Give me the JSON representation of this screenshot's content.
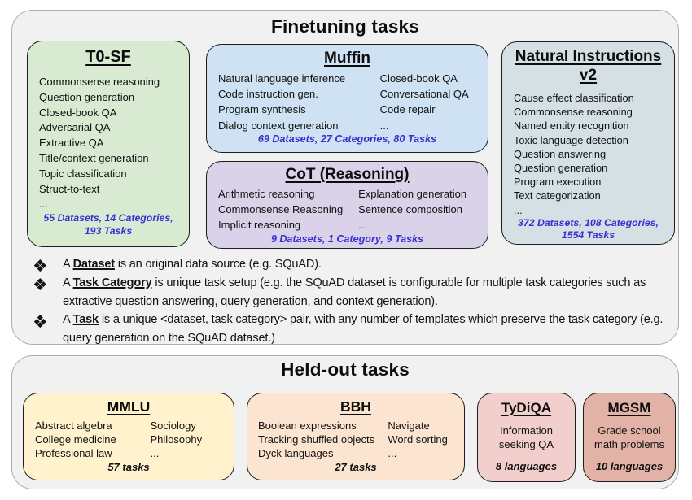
{
  "colors": {
    "panel_bg": "#f1f1f2",
    "stats_blue": "#3a2ed2",
    "t0sf_bg": "#d9ead3",
    "muffin_bg": "#cfe2f3",
    "cot_bg": "#d9d2e9",
    "niv2_bg": "#d4e0e4",
    "mmlu_bg": "#fff2cc",
    "bbh_bg": "#fbe5d0",
    "tydiqa_bg": "#f2cfcc",
    "mgsm_bg": "#e2b2a7"
  },
  "finetuning": {
    "title": "Finetuning tasks",
    "bullet_icon": "diamond-bullet",
    "t0sf": {
      "title": "T0-SF",
      "items": [
        "Commonsense reasoning",
        "Question generation",
        "Closed-book QA",
        "Adversarial QA",
        "Extractive QA",
        "Title/context generation",
        "Topic classification",
        "Struct-to-text",
        "..."
      ],
      "stats": "55 Datasets, 14 Categories, 193 Tasks"
    },
    "muffin": {
      "title": "Muffin",
      "col1": [
        "Natural language inference",
        "Code instruction gen.",
        "Program synthesis",
        "Dialog context generation"
      ],
      "col2": [
        "Closed-book QA",
        "Conversational QA",
        "Code repair",
        "..."
      ],
      "stats": "69 Datasets, 27 Categories, 80 Tasks"
    },
    "cot": {
      "title": "CoT (Reasoning)",
      "col1": [
        "Arithmetic reasoning",
        "Commonsense Reasoning",
        "Implicit reasoning"
      ],
      "col2": [
        "Explanation generation",
        "Sentence composition",
        "..."
      ],
      "stats": "9 Datasets, 1 Category, 9 Tasks"
    },
    "niv2": {
      "title": "Natural Instructions v2",
      "items": [
        "Cause effect classification",
        "Commonsense reasoning",
        "Named entity recognition",
        "Toxic language detection",
        "Question answering",
        "Question generation",
        "Program execution",
        "Text categorization",
        "..."
      ],
      "stats": "372 Datasets, 108 Categories, 1554 Tasks"
    },
    "notes": [
      {
        "pre": "A ",
        "term": "Dataset",
        "post": " is an original data source (e.g. SQuAD)."
      },
      {
        "pre": "A ",
        "term": "Task Category",
        "post": " is unique task setup (e.g. the SQuAD dataset is configurable for multiple task categories such as extractive question answering, query generation, and context generation)."
      },
      {
        "pre": "A ",
        "term": "Task",
        "post": " is a unique <dataset, task category> pair, with any number of templates which preserve the task category (e.g. query generation on the SQuAD dataset.)"
      }
    ]
  },
  "heldout": {
    "title": "Held-out tasks",
    "mmlu": {
      "title": "MMLU",
      "col1": [
        "Abstract algebra",
        "College medicine",
        "Professional law"
      ],
      "col2": [
        "Sociology",
        "Philosophy",
        "..."
      ],
      "stats": "57 tasks"
    },
    "bbh": {
      "title": "BBH",
      "col1": [
        "Boolean expressions",
        "Tracking shuffled objects",
        "Dyck languages"
      ],
      "col2": [
        "Navigate",
        "Word sorting",
        "..."
      ],
      "stats": "27 tasks"
    },
    "tydiqa": {
      "title": "TyDiQA",
      "desc": "Information seeking QA",
      "stats": "8 languages"
    },
    "mgsm": {
      "title": "MGSM",
      "desc": "Grade school math problems",
      "stats": "10 languages"
    }
  }
}
